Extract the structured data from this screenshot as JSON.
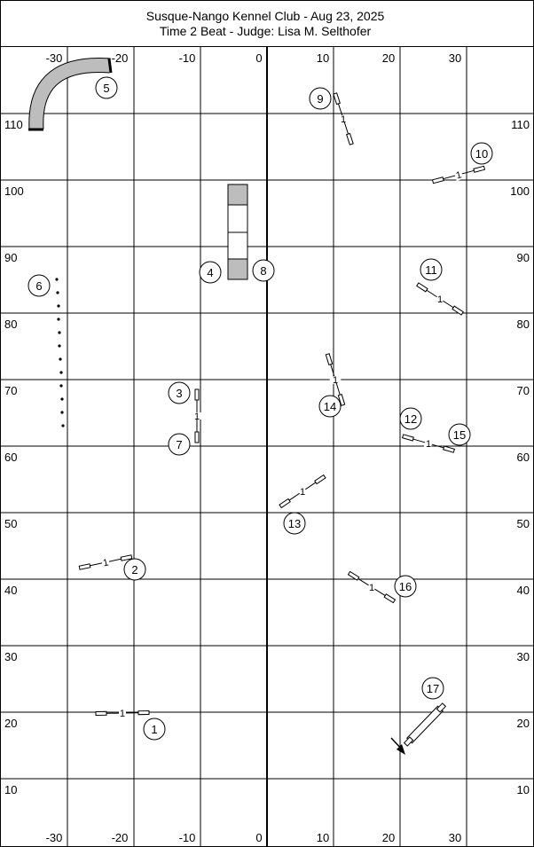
{
  "header": {
    "title": "Susque-Nango Kennel Club - Aug 23, 2025",
    "subtitle": "Time 2 Beat - Judge: Lisa M. Selthofer"
  },
  "axes": {
    "x_top_labels": [
      "-30",
      "-20",
      "-10",
      "0",
      "10",
      "20",
      "30"
    ],
    "x_bottom_labels": [
      "-30",
      "-20",
      "-10",
      "0",
      "10",
      "20",
      "30"
    ],
    "y_left_labels": [
      "110",
      "100",
      "90",
      "80",
      "70",
      "60",
      "50",
      "40",
      "30",
      "20",
      "10"
    ],
    "y_right_labels": [
      "110",
      "100",
      "90",
      "80",
      "70",
      "60",
      "50",
      "40",
      "30",
      "20",
      "10"
    ]
  },
  "obstacle_numbers": [
    "1",
    "2",
    "3",
    "4",
    "5",
    "6",
    "7",
    "8",
    "9",
    "10",
    "11",
    "12",
    "13",
    "14",
    "15",
    "16",
    "17"
  ],
  "bar_height_label": "1",
  "colors": {
    "grid": "#000000",
    "tunnel_fill": "#bdbdbd",
    "table_fill": "#bdbdbd",
    "background": "#ffffff"
  }
}
